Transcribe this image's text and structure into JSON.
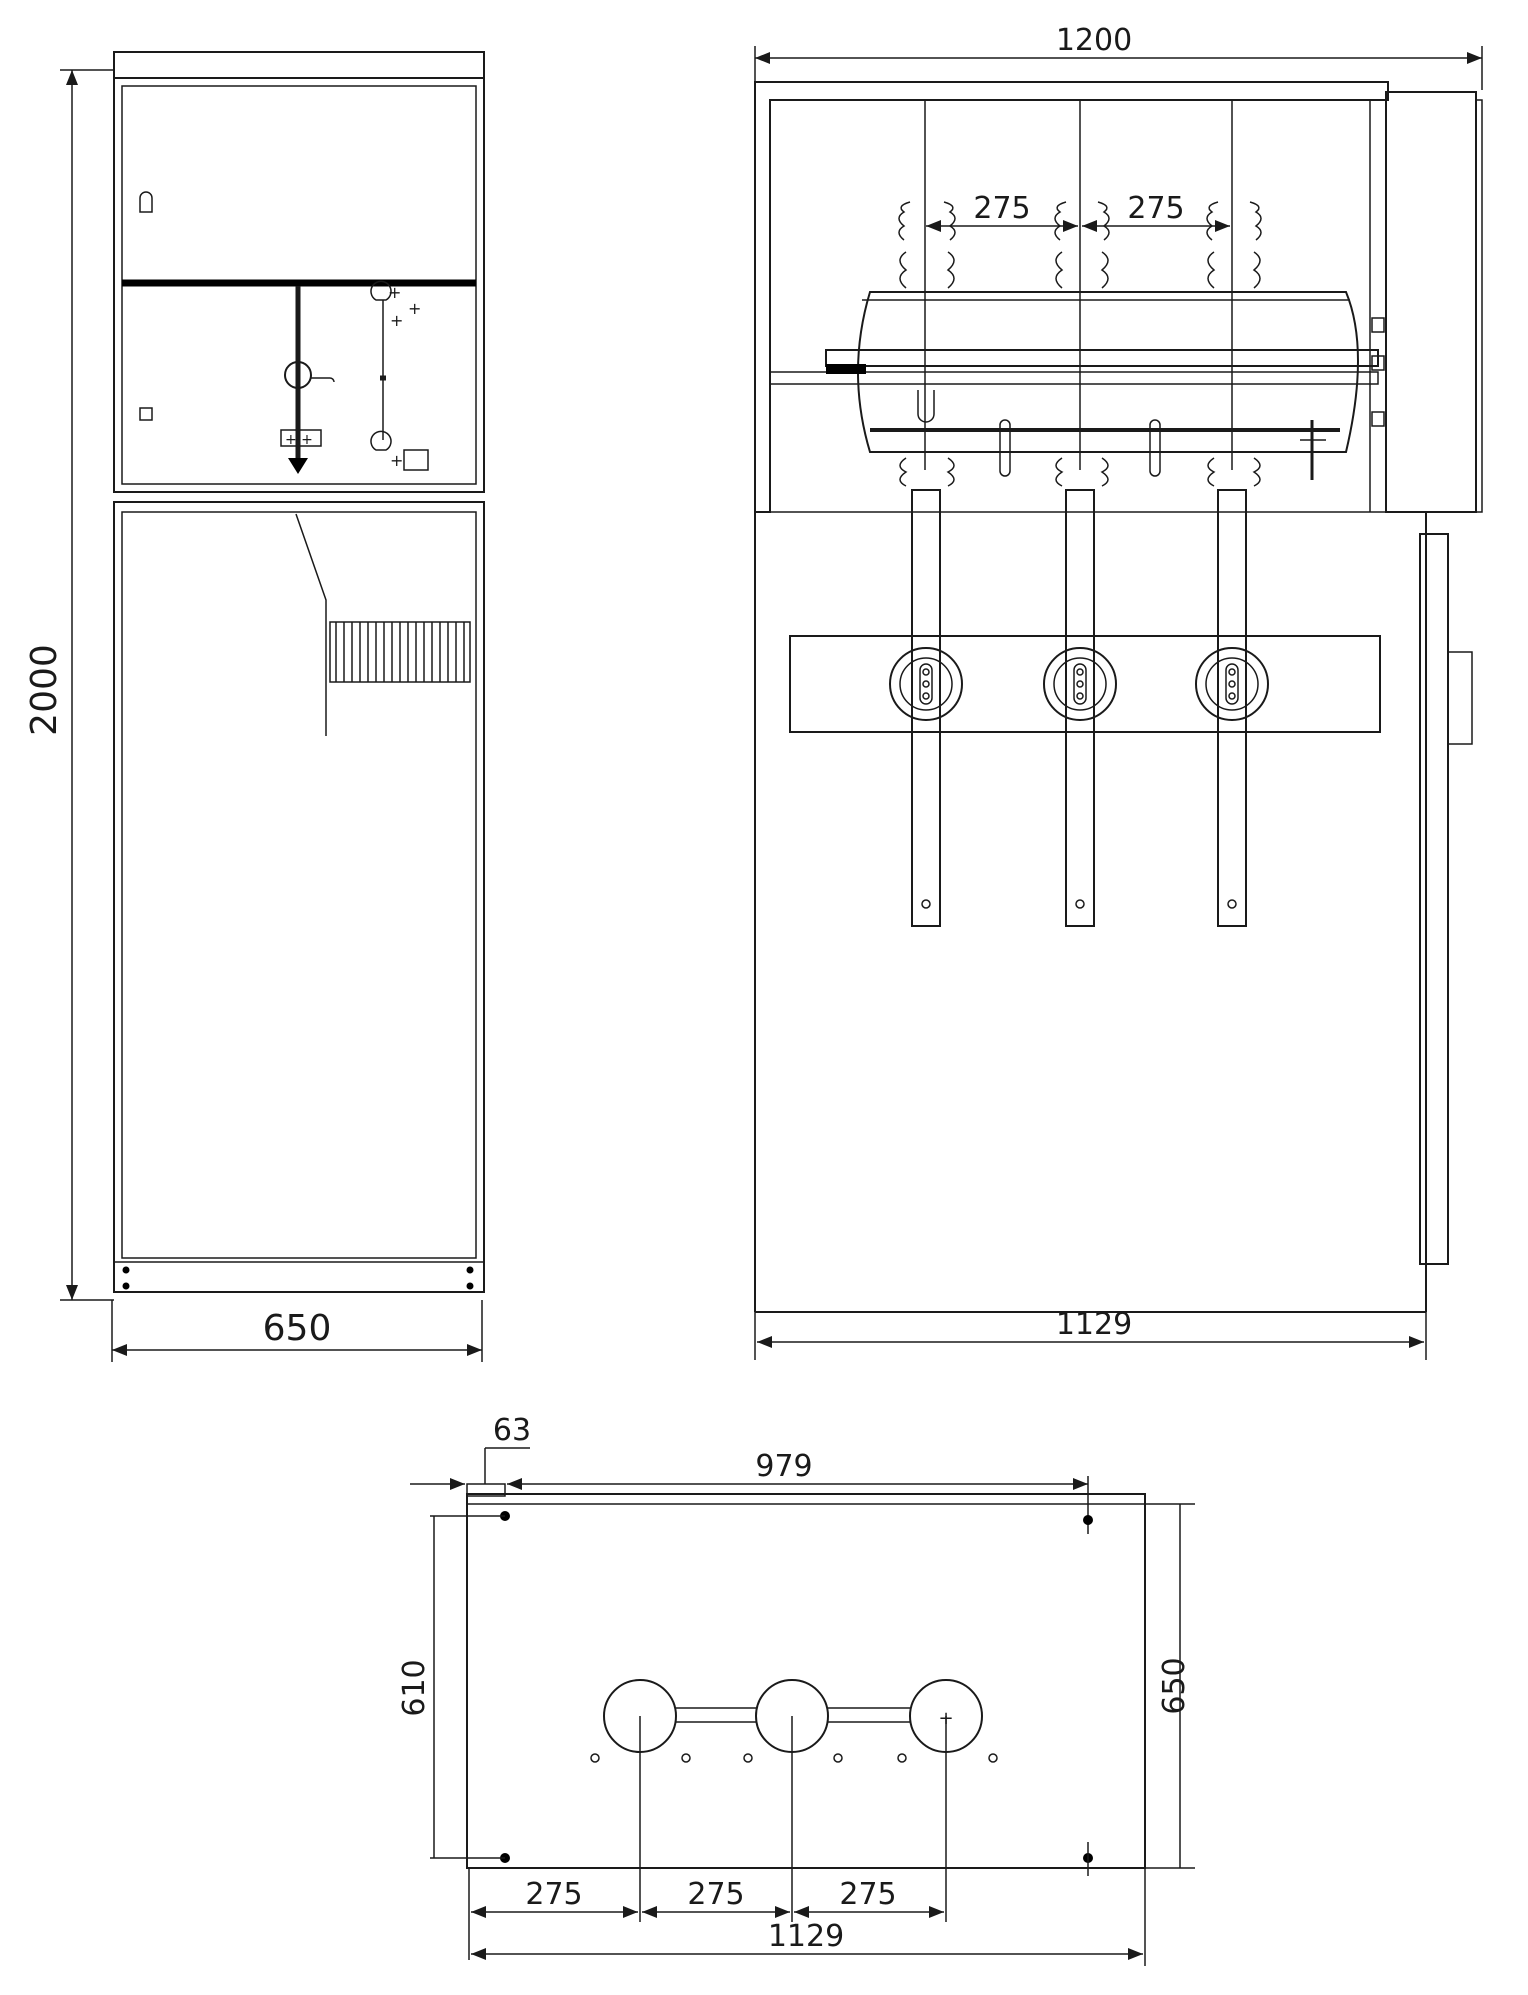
{
  "front_view": {
    "height_dim": "2000",
    "width_dim": "650"
  },
  "side_view": {
    "width_top_dim": "1200",
    "width_bottom_dim": "1129",
    "phase_spacing_1": "275",
    "phase_spacing_2": "275"
  },
  "plan_view": {
    "offset_dim": "63",
    "hole_spacing_dim": "979",
    "depth_left_dim": "610",
    "depth_right_dim": "650",
    "pitch_1": "275",
    "pitch_2": "275",
    "pitch_3": "275",
    "overall_width_dim": "1129"
  }
}
